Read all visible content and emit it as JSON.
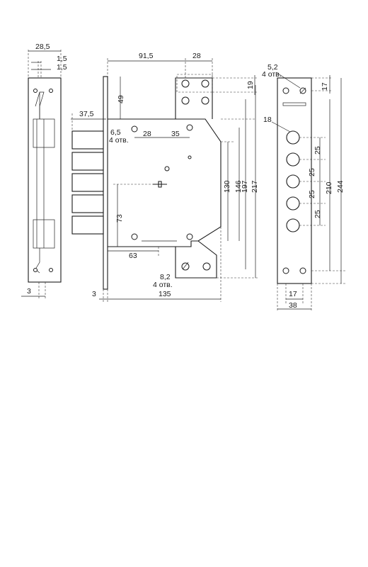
{
  "strike_plate": {
    "width": "28,5",
    "offset_top": "1,5",
    "offset_bottom": "1,5",
    "thickness": "3"
  },
  "lock_body": {
    "top_to_bracket": "91,5",
    "bracket_width": "28",
    "bracket_height": "19",
    "backset_height": "49",
    "bolt_throw": "37,5",
    "upper_hole_dia": "6,5",
    "upper_hole_count": "4 отв.",
    "upper_hole_spacing": "28",
    "upper_hole_spacing_2": "35",
    "keyhole_height": "73",
    "keyhole_offset": "63",
    "height_130": "130",
    "height_146": "146",
    "height_197": "197",
    "height_217": "217",
    "lower_hole_dia": "8,2",
    "lower_hole_count": "4 отв.",
    "faceplate_thickness": "3",
    "body_depth": "135"
  },
  "faceplate": {
    "top_hole_dia": "5,2",
    "top_hole_count": "4 отв.",
    "top_offset": "17",
    "bolt_dia": "18",
    "bolt_pitch_1": "25",
    "bolt_pitch_2": "25",
    "bolt_pitch_3": "25",
    "bolt_pitch_4": "25",
    "height_210": "210",
    "height_244": "244",
    "bottom_spacing": "17",
    "width": "38"
  }
}
